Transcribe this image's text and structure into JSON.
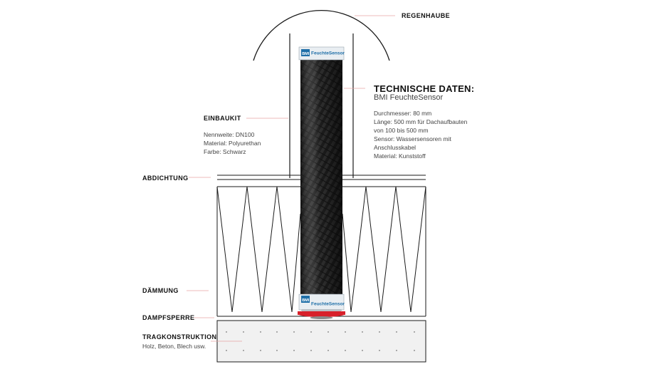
{
  "labels": {
    "regenhaube": "REGENHAUBE",
    "einbaukit": "EINBAUKIT",
    "einbaukit_details": [
      "Nennweite: DN100",
      "Material: Polyurethan",
      "Farbe: Schwarz"
    ],
    "abdichtung": "ABDICHTUNG",
    "daemmung": "DÄMMUNG",
    "dampfsperre": "DAMPFSPERRE",
    "tragkonstruktion": "TRAGKONSTRUKTION",
    "tragkonstruktion_detail": "Holz, Beton, Blech usw."
  },
  "technical": {
    "title": "TECHNISCHE DATEN:",
    "subtitle": "BMI FeuchteSensor",
    "lines": [
      "Durchmesser: 80 mm",
      "Länge: 500 mm für Dachaufbauten",
      "von 100 bis 500 mm",
      "Sensor: Wassersensoren mit",
      "Anschlusskabel",
      "Material: Kunststoff"
    ]
  },
  "sensor": {
    "brand": "BMI",
    "name": "FeuchteSensor"
  },
  "colors": {
    "line": "#1a1a1a",
    "leader": "#e6a4a4",
    "brand_blue": "#1f6fa8",
    "seal_red": "#d8202a",
    "concrete": "#f1f1f1"
  }
}
